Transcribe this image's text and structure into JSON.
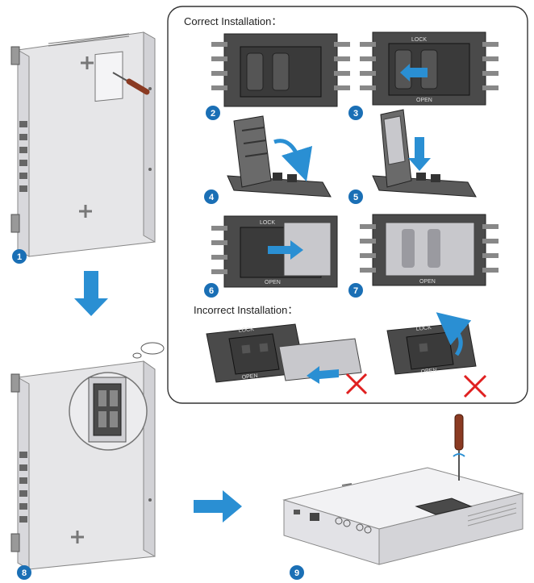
{
  "panel": {
    "correct_title": "Correct Installation：",
    "incorrect_title": "Incorrect Installation："
  },
  "holder": {
    "lock_text": "LOCK",
    "open_text": "OPEN"
  },
  "steps": [
    "1",
    "2",
    "3",
    "4",
    "5",
    "6",
    "7",
    "8",
    "9"
  ],
  "colors": {
    "accent_blue": "#2a8fd3",
    "step_badge": "#1a6fb5",
    "reject_red": "#e02020",
    "holder_dark": "#4a4a4a",
    "device_gray": "#e8e8ea"
  },
  "icons": {
    "wrong": "red-cross-icon",
    "flow": "blue-arrow-icon",
    "tool": "screwdriver-icon"
  }
}
